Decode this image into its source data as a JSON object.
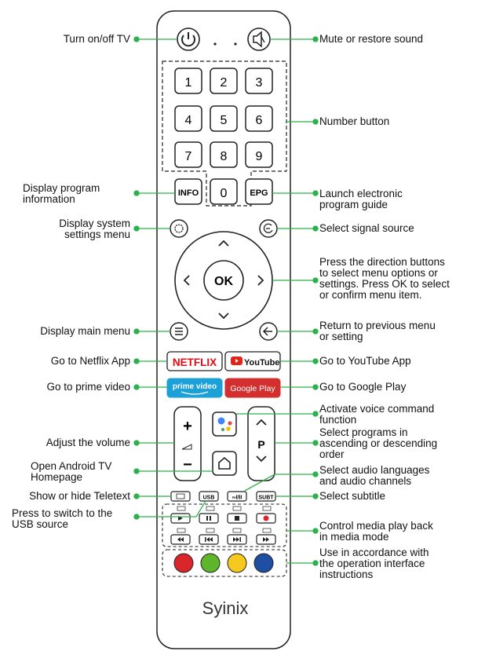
{
  "labels": {
    "power": "Turn on/off TV",
    "mute": "Mute or restore sound",
    "number": "Number button",
    "info_l1": "Display program",
    "info_l2": "information",
    "epg_l1": "Launch electronic",
    "epg_l2": "program guide",
    "settings_l1": "Display system",
    "settings_l2": "settings menu",
    "source": "Select signal source",
    "dir_l1": "Press the direction buttons",
    "dir_l2": "to select menu options or",
    "dir_l3": "settings. Press OK to select",
    "dir_l4": "or confirm menu item.",
    "menu": "Display main menu",
    "back_l1": "Return to previous menu",
    "back_l2": "or setting",
    "netflix": "Go to Netflix App",
    "youtube": "Go to YouTube App",
    "prime": "Go to prime video",
    "gplay": "Go to Google Play",
    "voice_l1": "Activate voice command",
    "voice_l2": "function",
    "prog_l1": "Select programs in",
    "prog_l2": "ascending or descending",
    "prog_l3": "order",
    "volume": "Adjust the volume",
    "home_l1": "Open Android TV",
    "home_l2": "Homepage",
    "audio_l1": "Select audio languages",
    "audio_l2": "and audio channels",
    "teletext": "Show or hide Teletext",
    "subtitle": "Select subtitle",
    "usb_l1": "Press to switch to the",
    "usb_l2": "USB source",
    "media_l1": "Control media play back",
    "media_l2": "in media mode",
    "color_l1": "Use in accordance with",
    "color_l2": "the operation interface",
    "color_l3": "instructions"
  },
  "remote": {
    "digits": [
      "1",
      "2",
      "3",
      "4",
      "5",
      "6",
      "7",
      "8",
      "9",
      "0"
    ],
    "info": "INFO",
    "epg": "EPG",
    "ok": "OK",
    "netflix": "NETFLIX",
    "youtube": "YouTube",
    "prime": "prime video",
    "gplay": "Google Play",
    "vol_plus": "+",
    "vol_minus": "−",
    "p": "P",
    "usb": "USB",
    "audio": "∞I/II",
    "subt": "SUBT",
    "brand": "Syinix"
  },
  "colors": {
    "dot": "#2bb24c",
    "netflix": "#e50914",
    "youtube": "#e62117",
    "prime": "#1ba0d8",
    "gplay": "#d32f2f",
    "red": "#d9262b",
    "green": "#5db62b",
    "yellow": "#f7c81e",
    "blue": "#1f4fa5"
  }
}
